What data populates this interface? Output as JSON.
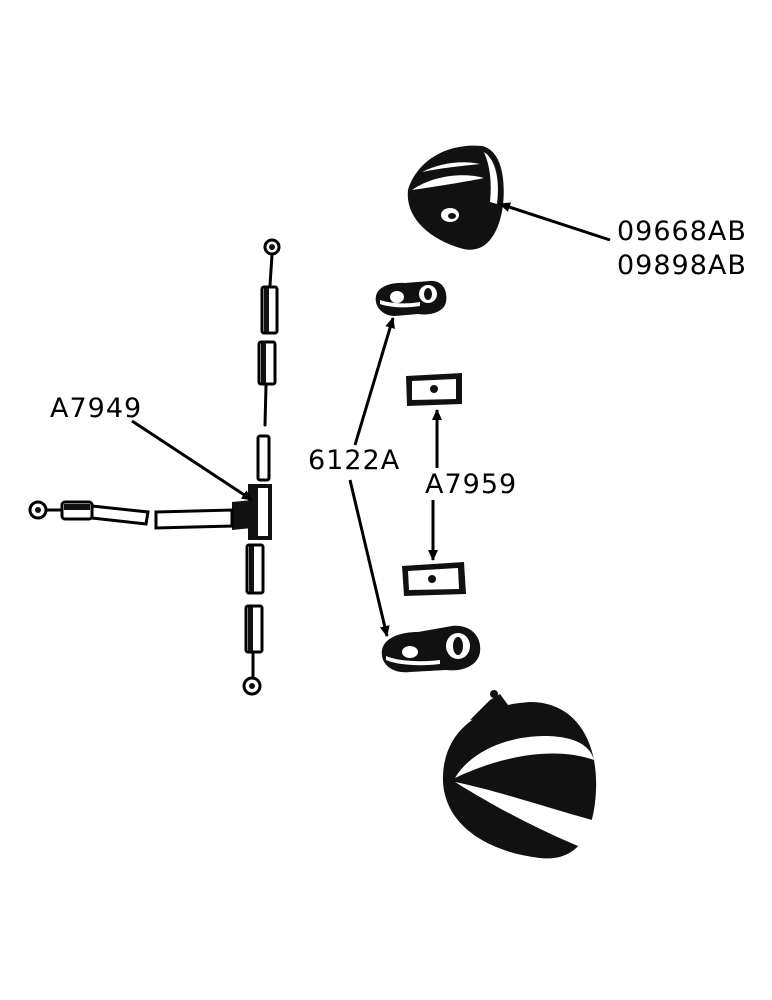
{
  "labels": {
    "lamp_part_1": "09668AB",
    "lamp_part_2": "09898AB",
    "bracket": "6122A",
    "pad": "A7959",
    "harness": "A7949"
  },
  "colors": {
    "ink": "#000000",
    "paper": "#ffffff"
  }
}
